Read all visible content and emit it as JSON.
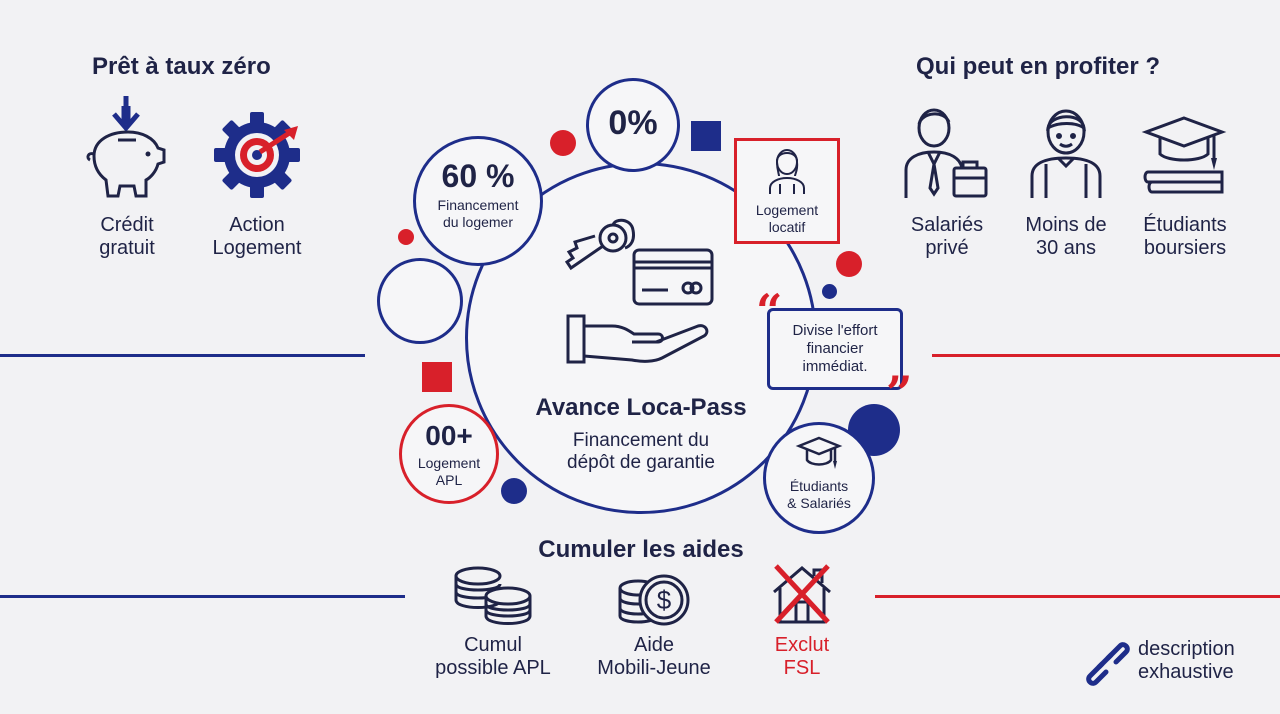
{
  "colors": {
    "navy": "#1e2d8a",
    "red": "#d8202a",
    "dark": "#1f2346",
    "bg": "#f2f2f4"
  },
  "left": {
    "title": "Prêt à taux zéro",
    "items": [
      {
        "icon": "piggy-bank-icon",
        "label_1": "Crédit",
        "label_2": "gratuit"
      },
      {
        "icon": "gear-target-icon",
        "label_1": "Action",
        "label_2": "Logement"
      }
    ]
  },
  "right": {
    "title": "Qui peut en profiter ?",
    "items": [
      {
        "icon": "businessman-icon",
        "label_1": "Salariés",
        "label_2": "privé"
      },
      {
        "icon": "young-person-icon",
        "label_1": "Moins de",
        "label_2": "30 ans"
      },
      {
        "icon": "graduation-cap-icon",
        "label_1": "Étudiants",
        "label_2": "boursiers"
      }
    ]
  },
  "center": {
    "title": "Avance Loca-Pass",
    "subtitle_1": "Financement du",
    "subtitle_2": "dépôt de garantie"
  },
  "orbit": {
    "zero": {
      "value": "0%"
    },
    "sixty": {
      "value": "60 %",
      "label_1": "Financement",
      "label_2": "du logemer"
    },
    "rental": {
      "label_1": "Logement",
      "label_2": "locatif"
    },
    "quote": {
      "line_1": "Divise l'effort",
      "line_2": "financier",
      "line_3": "immédiat."
    },
    "apl": {
      "value": "00+",
      "label_1": "Logement",
      "label_2": "APL"
    },
    "students": {
      "label_1": "Étudiants",
      "label_2": "& Salariés"
    }
  },
  "bottom": {
    "title": "Cumuler les aides",
    "items": [
      {
        "icon": "coins-stack-icon",
        "label_1": "Cumul",
        "label_2": "possible APL"
      },
      {
        "icon": "dollar-coins-icon",
        "label_1": "Aide",
        "label_2": "Mobili-Jeune"
      },
      {
        "icon": "crossed-house-icon",
        "label_1": "Exclut",
        "label_2": "FSL"
      }
    ]
  },
  "footer": {
    "link_1": "description",
    "link_2": "exhaustive"
  }
}
